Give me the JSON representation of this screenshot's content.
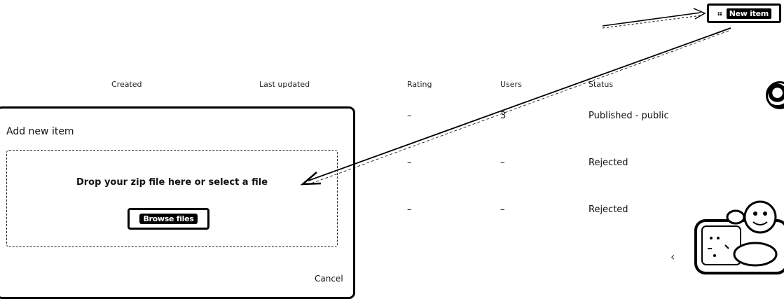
{
  "header": {
    "new_item_icon": "grid-icon",
    "new_item_label": "New item"
  },
  "table": {
    "columns": [
      "Created",
      "Last updated",
      "Rating",
      "Users",
      "Status"
    ],
    "rows": [
      {
        "rating": "–",
        "users": "3",
        "status": "Published - public"
      },
      {
        "rating": "–",
        "users": "–",
        "status": "Rejected"
      },
      {
        "rating": "–",
        "users": "–",
        "status": "Rejected"
      }
    ]
  },
  "modal": {
    "title": "Add new item",
    "drop_text": "Drop your zip file here or select a file",
    "browse_label": "Browse files",
    "cancel_label": "Cancel"
  },
  "carousel": {
    "prev_icon": "chevron-left-icon",
    "prev_glyph": "‹"
  }
}
